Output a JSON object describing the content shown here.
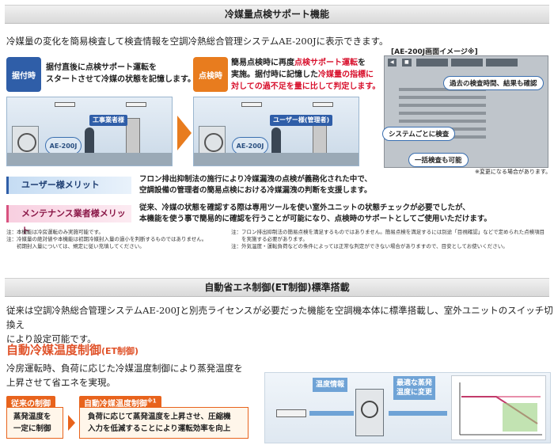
{
  "section1": {
    "title": "冷媒量点検サポート機能",
    "intro": "冷媒量の変化を簡易検査して検査情報を空調冷熱総合管理システムAE-200Jに表示できます。"
  },
  "install": {
    "badge": "据付時",
    "line1": "据付直後に点検サポート運転を",
    "line2": "スタートさせて冷媒の状態を記憶します。",
    "callout": "工事業者様",
    "tablet": "AE-200J"
  },
  "inspect": {
    "badge": "点検時",
    "line1_a": "簡易点検時に再度",
    "line1_b": "点検サポート運転",
    "line1_c": "を",
    "line2_a": "実施。据付時に記憶した",
    "line2_b": "冷媒量の指標に",
    "line3": "対しての過不足を量に比して判定します。",
    "callout": "ユーザー様(管理者)",
    "tablet": "AE-200J"
  },
  "screen": {
    "title": "[AE-200J画面イメージ※]",
    "bubble_history": "過去の検査時間、結果も確認",
    "bubble_system": "システムごとに検査",
    "bubble_batch": "一括検査も可能",
    "footnote": "※変更になる場合があります。"
  },
  "merits": {
    "user_label": "ユーザー様メリット",
    "user_line1": "フロン排出抑制法の施行により冷媒漏洩の点検が義務化された中で、",
    "user_line2": "空調設備の管理者の簡易点検における冷媒漏洩の判断を支援します。",
    "maint_label": "メンテナンス業者様メリット",
    "maint_line1": "従来、冷媒の状態を確認する際は専用ツールを使い室外ユニットの状態チェックが必要でしたが、",
    "maint_line2": "本機能を使う事で簡易的に確認を行うことが可能になり、点検時のサポートとしてご使用いただけます。"
  },
  "notes": {
    "left1": "注：本機能は冷房運転のみ実施可能です。",
    "left2": "注：冷媒量の絶対値や本機能は初期冷媒封入量の過小を判断するものではありません。",
    "left3": "　　初期封入量については、規定に従い充填してください。",
    "right1": "注：フロン排出抑制法の簡易点検を満足するものではありません。簡易点検を満足するには別途「目視確認」などで定められた点検項目",
    "right2": "　　を実施する必要があります。",
    "right3": "注：外気温度・運転負荷などの条件によっては正常な判定ができない場合がありますので、目安としてお使いください。"
  },
  "section2": {
    "title": "自動省エネ制御(ET制御)標準搭載",
    "line1": "従来は空調冷熱総合管理システムAE-200Jと別売ライセンスが必要だった機能を空調機本体に標準搭載し、室外ユニットのスイッチ切換え",
    "line2": "により設定可能です。"
  },
  "et": {
    "title": "自動冷媒温度制御",
    "title_sub": "(ET制御)",
    "line1": "冷房運転時、負荷に応じた冷媒温度制御により蒸発温度を",
    "line2": "上昇させて省エネを実現。",
    "old_label": "従来の制御",
    "old_line1": "蒸発温度を",
    "old_line2": "一定に制御",
    "new_label": "自動冷媒温度制御",
    "new_mark": "※1",
    "new_line1": "負荷に応じて蒸発温度を上昇させ、圧縮機",
    "new_line2": "入力を低減することにより運転効率を向上"
  },
  "diagram": {
    "flag1": "温度情報",
    "flag2_line1": "最適な蒸発",
    "flag2_line2": "温度に変更"
  },
  "colors": {
    "accent_blue": "#2f5ea8",
    "accent_orange": "#e87c1e",
    "emphasis_red": "#d8102c"
  }
}
